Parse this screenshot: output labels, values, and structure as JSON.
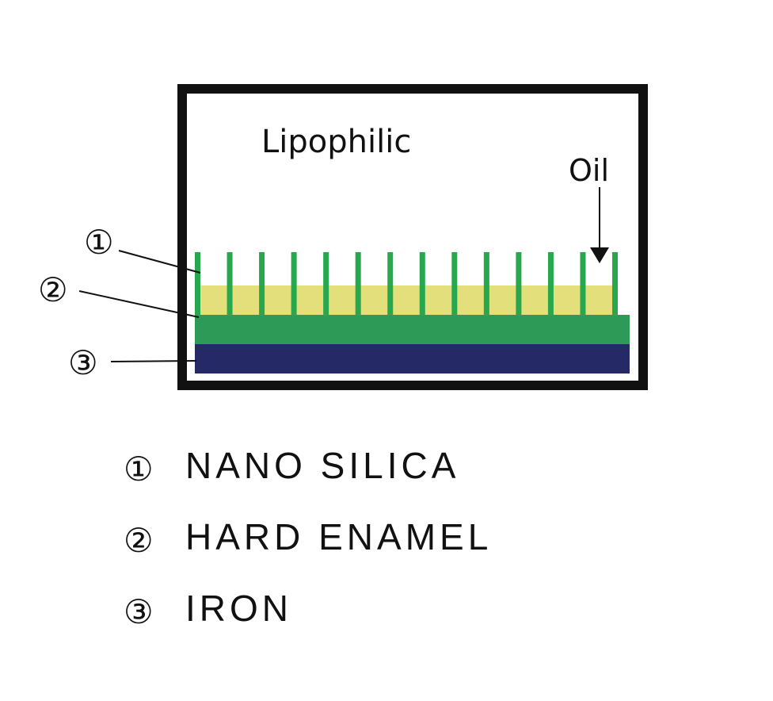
{
  "diagram": {
    "title_label": "Lipophilic",
    "oil_label": "Oil",
    "callouts": [
      "①",
      "②",
      "③"
    ],
    "layers": [
      {
        "marker": "①",
        "name": "NANO SILICA",
        "color": "#27a84e"
      },
      {
        "marker": "②",
        "name": "HARD ENAMEL",
        "color": "#2e9a58"
      },
      {
        "marker": "③",
        "name": "IRON",
        "color": "#252a66"
      }
    ],
    "oil_color": "#e3df7a",
    "pillar_count": 14
  }
}
